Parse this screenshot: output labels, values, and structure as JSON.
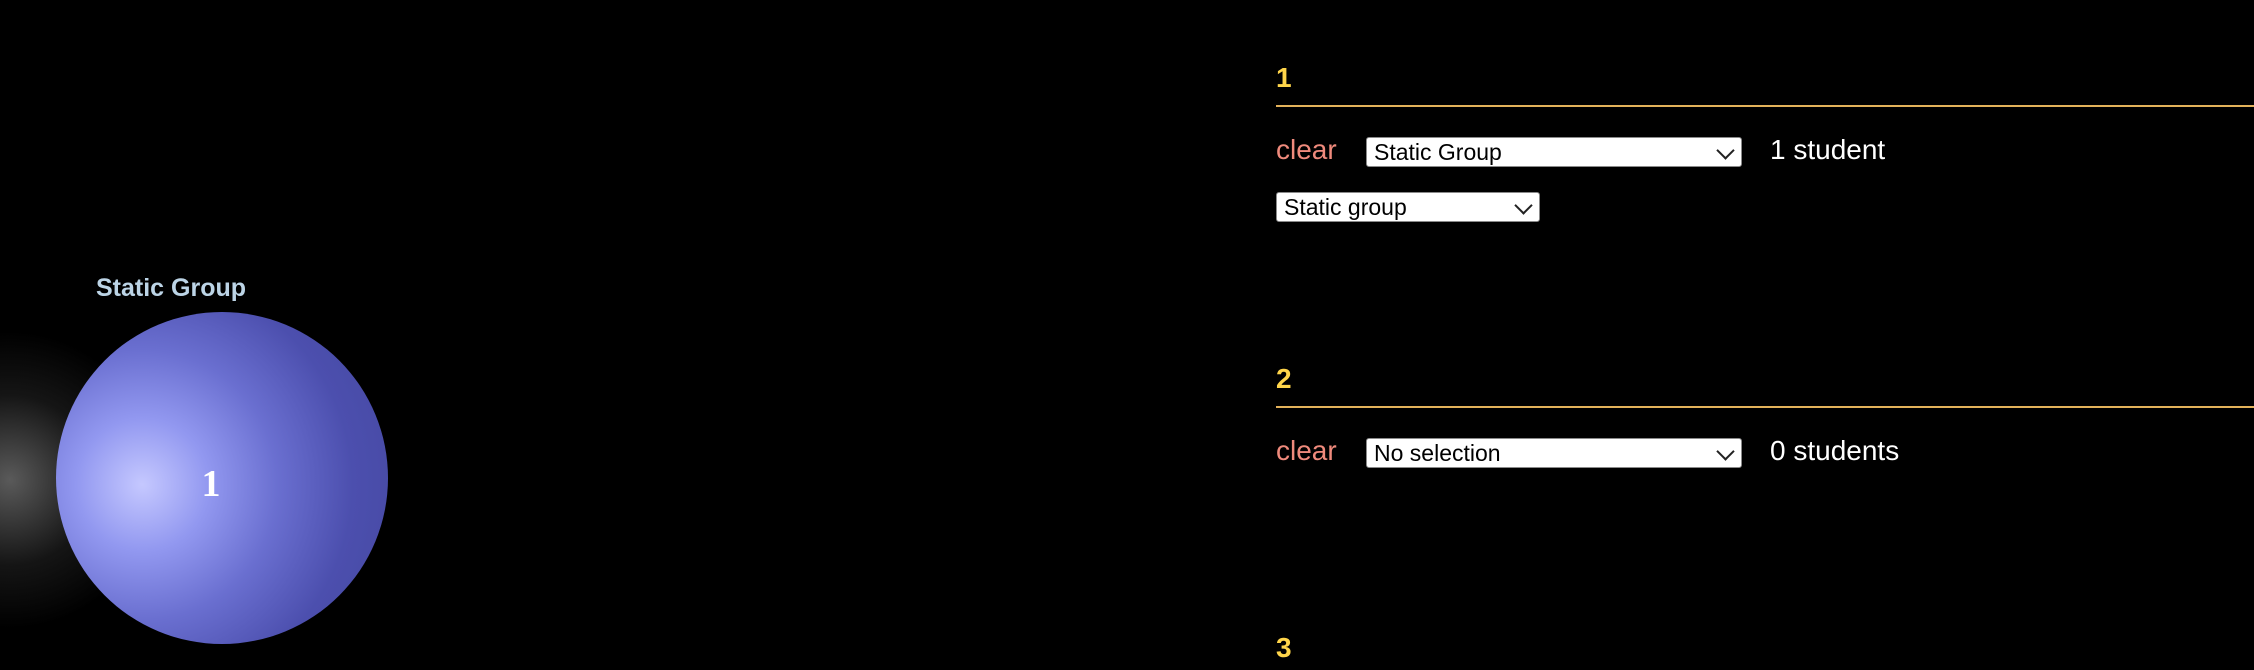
{
  "visualization": {
    "bubbles": [
      {
        "label": "Static Group",
        "count": "1",
        "color": "#4c4fae"
      }
    ]
  },
  "groups": [
    {
      "number": "1",
      "clear_label": "clear",
      "group_select": "Static Group",
      "student_count": "1 student",
      "type_select": "Static group"
    },
    {
      "number": "2",
      "clear_label": "clear",
      "group_select": "No selection",
      "student_count": "0 students"
    },
    {
      "number": "3"
    }
  ],
  "colors": {
    "background": "#000000",
    "group_number": "#ffd54a",
    "divider": "#e2b15a",
    "clear_link": "#ef8a7c",
    "bubble_label": "#bcd4e6"
  }
}
